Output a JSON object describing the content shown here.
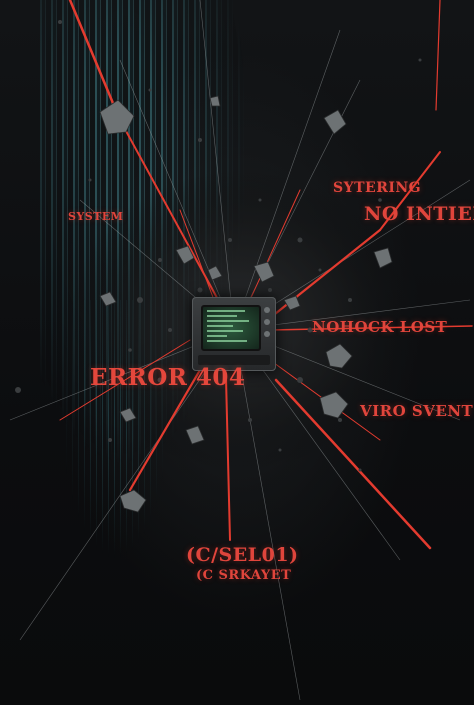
{
  "scene": {
    "main_text": "ERROR 404",
    "labels": [
      {
        "id": "system",
        "text": "SYSTEM"
      },
      {
        "id": "sytering",
        "text": "SYTERING"
      },
      {
        "id": "no-intiert",
        "text": "NO INTIERT"
      },
      {
        "id": "nohock-lost",
        "text": "NOHOCK LOST"
      },
      {
        "id": "viro-svent",
        "text": "VIRO SVENT"
      },
      {
        "id": "csel01",
        "text": "(C/SEL01)"
      },
      {
        "id": "srkayet",
        "text": "(C SRKAYET"
      }
    ],
    "colors": {
      "background": "#0b0c0d",
      "accent_red": "#e0453c",
      "teal_glitch": "#468c96",
      "terminal_green": "#8fd6a0"
    }
  }
}
